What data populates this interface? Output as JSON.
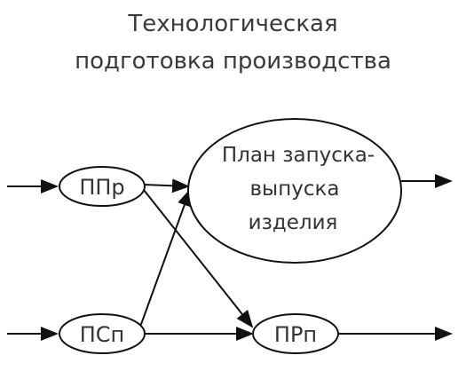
{
  "title": {
    "line1": "Технологическая",
    "line2": "подготовка производства"
  },
  "nodes": {
    "ppr": "ППр",
    "psp": "ПСп",
    "prp": "ПРп",
    "plan": {
      "line1": "План запуска-",
      "line2": "выпуска",
      "line3": "изделия"
    }
  },
  "colors": {
    "stroke": "#111111",
    "text": "#333333",
    "background": "#ffffff"
  }
}
